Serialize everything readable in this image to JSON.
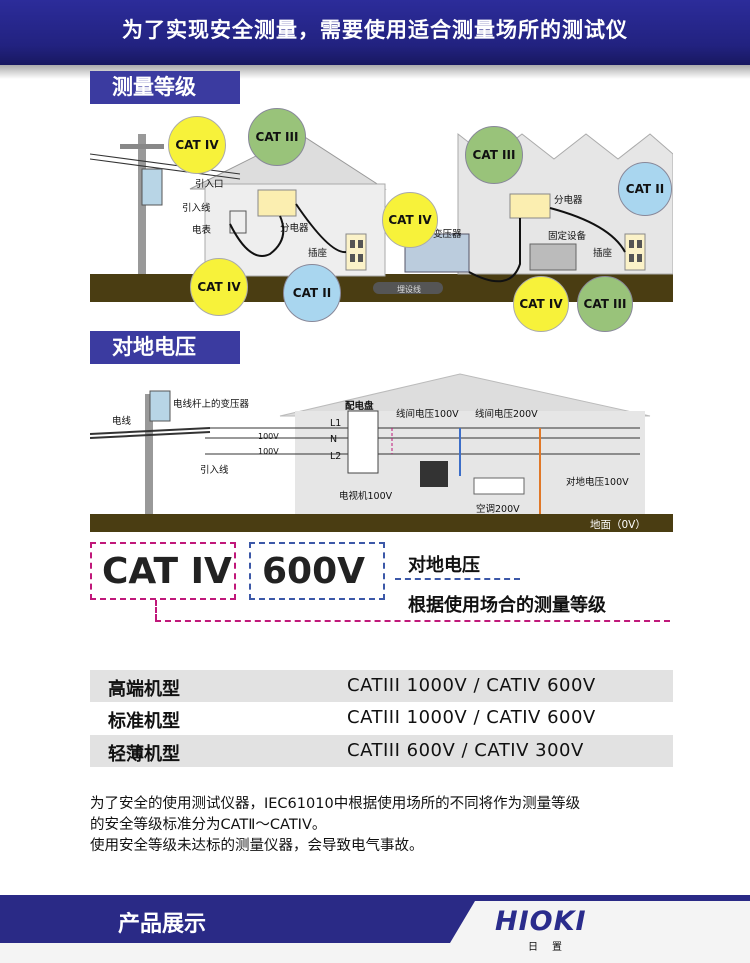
{
  "header": {
    "title": "为了实现安全测量，需要使用适合测量场所的测试仪"
  },
  "section1": {
    "title": "测量等级",
    "labels": {
      "inlet": "引入口",
      "incoming_line": "引入线",
      "meter": "电表",
      "distribution_left": "分电器",
      "outlet_left": "插座",
      "transformer": "变压器",
      "buried_line": "埋设线",
      "distribution_right": "分电器",
      "fixed_equipment": "固定设备",
      "outlet_right": "插座"
    },
    "chips": {
      "cat4_a": "CAT IV",
      "cat3_a": "CAT III",
      "cat4_b": "CAT IV",
      "cat2_a": "CAT II",
      "cat4_c": "CAT IV",
      "cat3_b": "CAT III",
      "cat2_b": "CAT II",
      "cat4_d": "CAT IV",
      "cat3_c": "CAT III"
    }
  },
  "section2": {
    "title": "对地电压",
    "labels": {
      "pole_transformer": "电线杆上的变压器",
      "wire": "电线",
      "incoming_line": "引入线",
      "panel": "配电盘",
      "l1": "L1",
      "n": "N",
      "l2": "L2",
      "v100_top": "100V",
      "v100_bottom": "100V",
      "line_100": "线间电压100V",
      "line_200": "线间电压200V",
      "tv": "电视机100V",
      "ac": "空调200V",
      "ground_voltage": "对地电压100V",
      "ground": "地面（0V）"
    }
  },
  "legend": {
    "cat": "CAT IV",
    "voltage": "600V",
    "voltage_desc": "对地电压",
    "cat_desc": "根据使用场合的测量等级"
  },
  "models": [
    {
      "name": "高端机型",
      "spec": "CATIII 1000V  /  CATIV 600V"
    },
    {
      "name": "标准机型",
      "spec": "CATIII 1000V  /  CATIV 600V"
    },
    {
      "name": "轻薄机型",
      "spec": "CATIII 600V    /  CATIV 300V"
    }
  ],
  "note": {
    "line1": "为了安全的使用测试仪器，IEC61010中根据使用场所的不同将作为测量等级",
    "line2": "的安全等级标准分为CATⅡ～CATIV。",
    "line3": "使用安全等级未达标的测量仪器，会导致电气事故。"
  },
  "footer": {
    "title": "产品展示",
    "logo": "HIOKI",
    "logo_sub": "日置"
  },
  "colors": {
    "navy": "#222280",
    "section": "#3b3ba0",
    "ground": "#4a3d12",
    "magenta": "#c0187a",
    "blue_dash": "#3c58a8"
  }
}
